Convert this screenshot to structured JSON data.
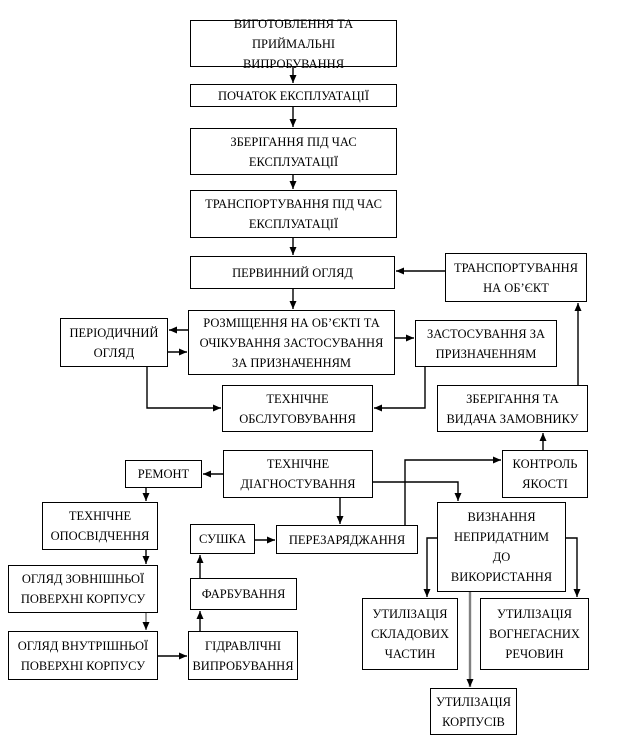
{
  "diagram": {
    "title": "Life cycle flowchart of fire extinguishers (Ukrainian)",
    "background_color": "#ffffff",
    "box_border_color": "#000000",
    "line_color": "#000000",
    "gray_line_color": "#808080",
    "nodes": [
      {
        "id": "mfg",
        "label": "ВИГОТОВЛЕННЯ ТА ПРИЙМАЛЬНІ\nВИПРОБУВАННЯ"
      },
      {
        "id": "start",
        "label": "ПОЧАТОК ЕКСПЛУАТАЦІЇ"
      },
      {
        "id": "storage",
        "label": "ЗБЕРІГАННЯ ПІД ЧАС\nЕКСПЛУАТАЦІЇ"
      },
      {
        "id": "transport-during",
        "label": "ТРАНСПОРТУВАННЯ ПІД ЧАС\nЕКСПЛУАТАЦІЇ"
      },
      {
        "id": "primary-inspection",
        "label": "ПЕРВИННИЙ ОГЛЯД"
      },
      {
        "id": "transport-to-site",
        "label": "ТРАНСПОРТУВАННЯ\nНА ОБ’ЄКТ"
      },
      {
        "id": "periodic-inspection",
        "label": "ПЕРІОДИЧНИЙ\nОГЛЯД"
      },
      {
        "id": "placement",
        "label": "РОЗМІЩЕННЯ НА ОБ’ЄКТІ ТА\nОЧІКУВАННЯ ЗАСТОСУВАННЯ\nЗА ПРИЗНАЧЕННЯМ"
      },
      {
        "id": "usage",
        "label": "ЗАСТОСУВАННЯ ЗА\nПРИЗНАЧЕННЯМ"
      },
      {
        "id": "maintenance",
        "label": "ТЕХНІЧНЕ\nОБСЛУГОВУВАННЯ"
      },
      {
        "id": "storage-handover",
        "label": "ЗБЕРІГАННЯ ТА\nВИДАЧА ЗАМОВНИКУ"
      },
      {
        "id": "repair",
        "label": "РЕМОНТ"
      },
      {
        "id": "diagnostics",
        "label": "ТЕХНІЧНЕ\nДІАГНОСТУВАННЯ"
      },
      {
        "id": "quality-control",
        "label": "КОНТРОЛЬ\nЯКОСТІ"
      },
      {
        "id": "certification",
        "label": "ТЕХНІЧНЕ\nОПОСВІДЧЕННЯ"
      },
      {
        "id": "exterior-inspection",
        "label": "ОГЛЯД ЗОВНІШНЬОЇ\nПОВЕРХНІ КОРПУСУ"
      },
      {
        "id": "interior-inspection",
        "label": "ОГЛЯД ВНУТРІШНЬОЇ\nПОВЕРХНІ КОРПУСУ"
      },
      {
        "id": "drying",
        "label": "СУШКА"
      },
      {
        "id": "recharging",
        "label": "ПЕРЕЗАРЯДЖАННЯ"
      },
      {
        "id": "painting",
        "label": "ФАРБУВАННЯ"
      },
      {
        "id": "hydraulic-tests",
        "label": "ГІДРАВЛІЧНІ\nВИПРОБУВАННЯ"
      },
      {
        "id": "unfit",
        "label": "ВИЗНАННЯ\nНЕПРИДАТНИМ\nДО\nВИКОРИСТАННЯ"
      },
      {
        "id": "util-parts",
        "label": "УТИЛІЗАЦІЯ\nСКЛАДОВИХ\nЧАСТИН"
      },
      {
        "id": "util-agents",
        "label": "УТИЛІЗАЦІЯ\nВОГНЕГАСНИХ\nРЕЧОВИН"
      },
      {
        "id": "util-bodies",
        "label": "УТИЛІЗАЦІЯ\nКОРПУСІВ"
      }
    ],
    "edges": [
      {
        "from": "mfg",
        "to": "start"
      },
      {
        "from": "start",
        "to": "storage"
      },
      {
        "from": "storage",
        "to": "transport-during"
      },
      {
        "from": "transport-during",
        "to": "primary-inspection"
      },
      {
        "from": "transport-to-site",
        "to": "primary-inspection"
      },
      {
        "from": "primary-inspection",
        "to": "placement"
      },
      {
        "from": "placement",
        "to": "periodic-inspection"
      },
      {
        "from": "periodic-inspection",
        "to": "placement"
      },
      {
        "from": "placement",
        "to": "usage"
      },
      {
        "from": "periodic-inspection",
        "to": "maintenance"
      },
      {
        "from": "usage",
        "to": "maintenance"
      },
      {
        "from": "storage-handover",
        "to": "transport-to-site"
      },
      {
        "from": "quality-control",
        "to": "storage-handover"
      },
      {
        "from": "diagnostics",
        "to": "repair"
      },
      {
        "from": "repair",
        "to": "certification"
      },
      {
        "from": "certification",
        "to": "exterior-inspection"
      },
      {
        "from": "exterior-inspection",
        "to": "interior-inspection"
      },
      {
        "from": "interior-inspection",
        "to": "hydraulic-tests"
      },
      {
        "from": "hydraulic-tests",
        "to": "painting"
      },
      {
        "from": "painting",
        "to": "drying"
      },
      {
        "from": "drying",
        "to": "recharging"
      },
      {
        "from": "diagnostics",
        "to": "recharging"
      },
      {
        "from": "diagnostics",
        "to": "unfit"
      },
      {
        "from": "recharging",
        "to": "quality-control"
      },
      {
        "from": "unfit",
        "to": "util-parts"
      },
      {
        "from": "unfit",
        "to": "util-agents"
      },
      {
        "from": "unfit",
        "to": "util-bodies"
      }
    ]
  }
}
